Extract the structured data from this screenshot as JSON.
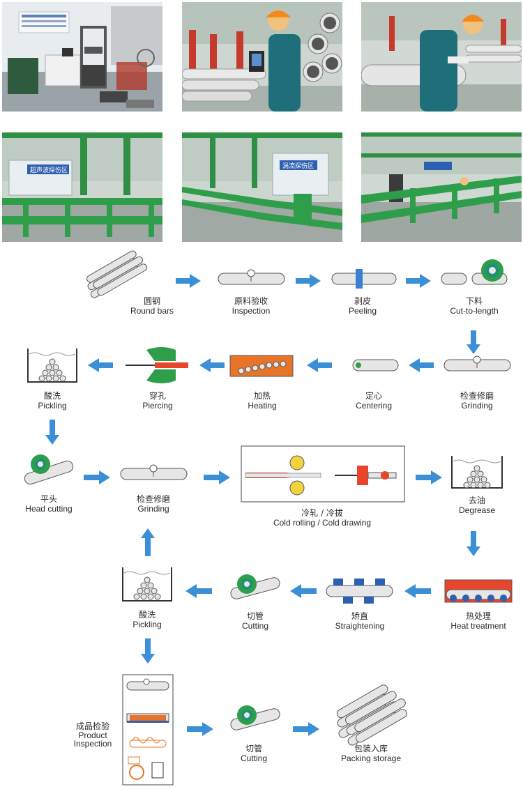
{
  "photos": [
    {
      "name": "lab-testing-room",
      "scene": "lab"
    },
    {
      "name": "worker-checking-pipes",
      "scene": "worker1"
    },
    {
      "name": "worker-lifting-pipe",
      "scene": "worker2"
    },
    {
      "name": "ultrasonic-inspection-area",
      "scene": "line1",
      "sign": "超声波探伤区"
    },
    {
      "name": "eddy-current-inspection-area",
      "scene": "line2",
      "sign": "涡流探伤区"
    },
    {
      "name": "production-line",
      "scene": "line3",
      "sign": ""
    }
  ],
  "colors": {
    "arrow": "#3a8fd6",
    "pipe_fill": "#e6e6e6",
    "pipe_stroke": "#555555",
    "green": "#2e9e4a",
    "teal": "#1f8f7a",
    "orange": "#e8742a",
    "red": "#e8452a",
    "blue_roller": "#2f5fb0",
    "yellow": "#f2d33b"
  },
  "steps": [
    {
      "key": "round-bars",
      "zh": "圆钢",
      "en": "Round bars"
    },
    {
      "key": "inspection",
      "zh": "原料验收",
      "en": "Inspection"
    },
    {
      "key": "peeling",
      "zh": "剥皮",
      "en": "Peeling"
    },
    {
      "key": "cut-to-length",
      "zh": "下料",
      "en": "Cut-to-length"
    },
    {
      "key": "grinding-1",
      "zh": "检查修磨",
      "en": "Grinding"
    },
    {
      "key": "centering",
      "zh": "定心",
      "en": "Centering"
    },
    {
      "key": "heating",
      "zh": "加热",
      "en": "Heating"
    },
    {
      "key": "piercing",
      "zh": "穿孔",
      "en": "Piercing"
    },
    {
      "key": "pickling-1",
      "zh": "酸洗",
      "en": "Pickling"
    },
    {
      "key": "head-cutting",
      "zh": "平头",
      "en": "Head cutting"
    },
    {
      "key": "grinding-2",
      "zh": "检查修磨",
      "en": "Grinding"
    },
    {
      "key": "cold-rolling",
      "zh": "冷轧 / 冷拔",
      "en": "Cold rolling / Cold drawing"
    },
    {
      "key": "degrease",
      "zh": "去油",
      "en": "Degrease"
    },
    {
      "key": "heat-treatment",
      "zh": "热处理",
      "en": "Heat treatment"
    },
    {
      "key": "straightening",
      "zh": "矫直",
      "en": "Straightening"
    },
    {
      "key": "cutting-1",
      "zh": "切管",
      "en": "Cutting"
    },
    {
      "key": "pickling-2",
      "zh": "酸洗",
      "en": "Pickling"
    },
    {
      "key": "product-inspection",
      "zh": "成品检验",
      "en_lines": [
        "Product",
        "Inspection"
      ]
    },
    {
      "key": "cutting-2",
      "zh": "切管",
      "en": "Cutting"
    },
    {
      "key": "packing-storage",
      "zh": "包装入库",
      "en": "Packing storage"
    }
  ]
}
